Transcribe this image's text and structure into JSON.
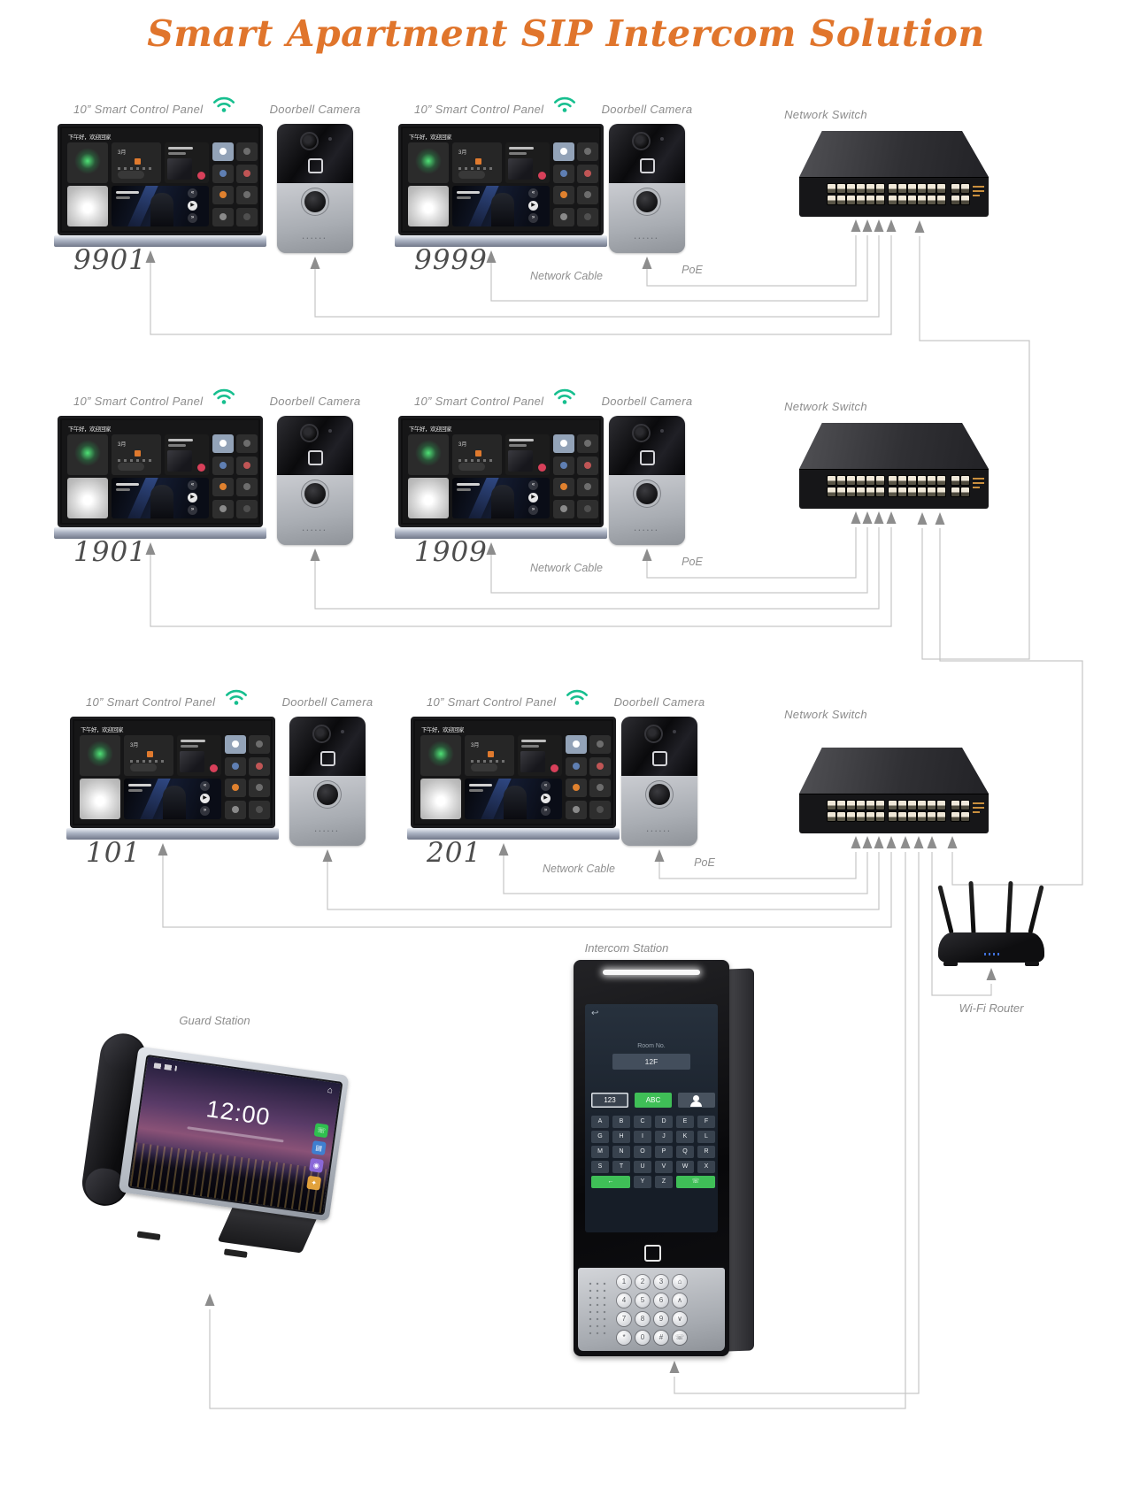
{
  "title": "Smart Apartment SIP Intercom Solution",
  "labels": {
    "panel": "10” Smart Control Panel",
    "doorbell": "Doorbell Camera",
    "network_switch": "Network Switch",
    "network_cable": "Network Cable",
    "poe": "PoE",
    "guard_station": "Guard Station",
    "intercom_station": "Intercom Station",
    "wifi_router": "Wi-Fi Router"
  },
  "rows": [
    {
      "ext_a": "9901",
      "ext_b": "9999"
    },
    {
      "ext_a": "1901",
      "ext_b": "1909"
    },
    {
      "ext_a": "101",
      "ext_b": "201"
    }
  ],
  "panel_screen": {
    "greeting": "下午好，欢迎回家"
  },
  "guard_screen": {
    "time": "12:00"
  },
  "intercom_screen": {
    "room_label": "Room No.",
    "room_value": "12F",
    "tab_numeric": "123",
    "tab_alpha": "ABC",
    "letter_rows": [
      [
        "A",
        "B",
        "C",
        "D",
        "E",
        "F"
      ],
      [
        "G",
        "H",
        "I",
        "J",
        "K",
        "L"
      ],
      [
        "M",
        "N",
        "O",
        "P",
        "Q",
        "R"
      ],
      [
        "S",
        "T",
        "U",
        "V",
        "W",
        "X"
      ]
    ],
    "bottom_letters": [
      "Y",
      "Z"
    ],
    "delete_key": "←",
    "call_key": "☏",
    "keypad": [
      [
        "1",
        "2",
        "3",
        "⌂"
      ],
      [
        "4",
        "5",
        "6",
        "∧"
      ],
      [
        "7",
        "8",
        "9",
        "∨"
      ],
      [
        "*",
        "0",
        "#",
        "☏"
      ]
    ]
  },
  "colors": {
    "title_orange": "#E0752C",
    "wifi_green": "#17BF8F",
    "key_green": "#3FBF57",
    "line_gray": "#C6C6C6"
  }
}
